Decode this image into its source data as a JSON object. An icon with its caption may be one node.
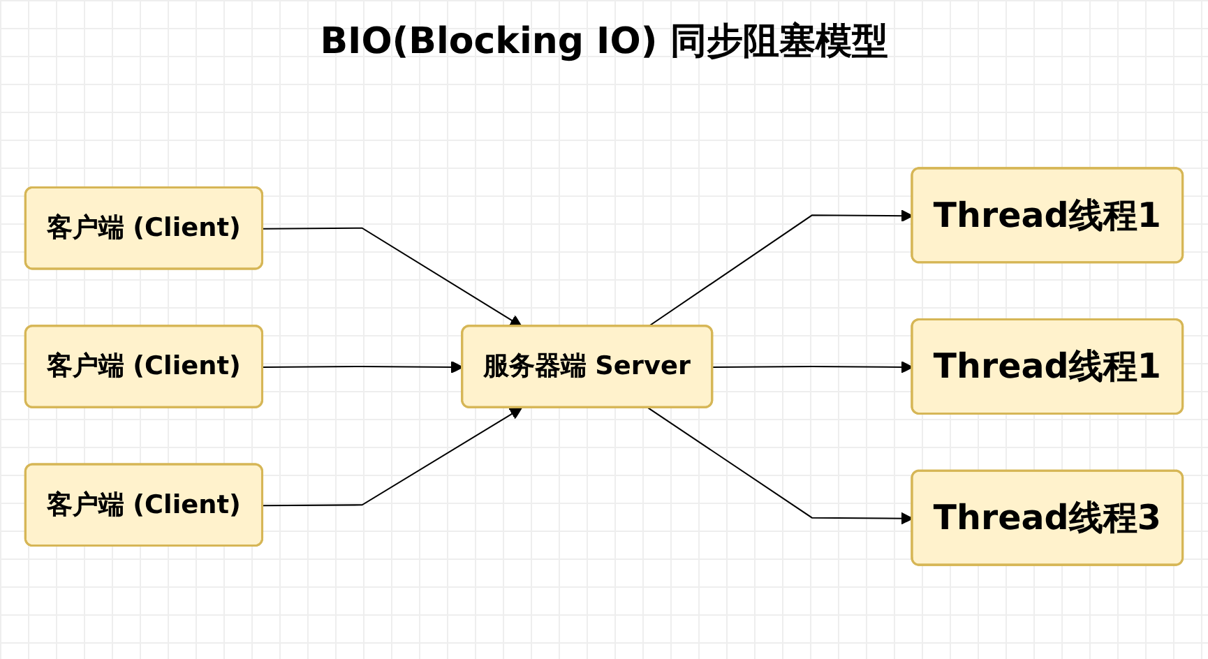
{
  "diagram": {
    "title": "BIO(Blocking IO) 同步阻塞模型",
    "nodes": [
      {
        "text": [
          "客户端 (Client)"
        ]
      },
      {
        "text": [
          "客户端 (Client)"
        ]
      },
      {
        "text": [
          "客户端 (Client)"
        ]
      },
      {
        "text": [
          "服务器端 Server"
        ]
      },
      {
        "text": [
          "Thread线程1"
        ]
      },
      {
        "text": [
          "Thread线程1"
        ]
      },
      {
        "text": [
          "Thread线程3"
        ]
      }
    ],
    "edges": [
      {
        "from": 0,
        "to": 3,
        "arrow": "to"
      },
      {
        "from": 1,
        "to": 3,
        "arrow": "to"
      },
      {
        "from": 2,
        "to": 3,
        "arrow": "to"
      },
      {
        "from": 3,
        "to": 4,
        "arrow": "to"
      },
      {
        "from": 3,
        "to": 5,
        "arrow": "to"
      },
      {
        "from": 3,
        "to": 6,
        "arrow": "to"
      }
    ]
  }
}
